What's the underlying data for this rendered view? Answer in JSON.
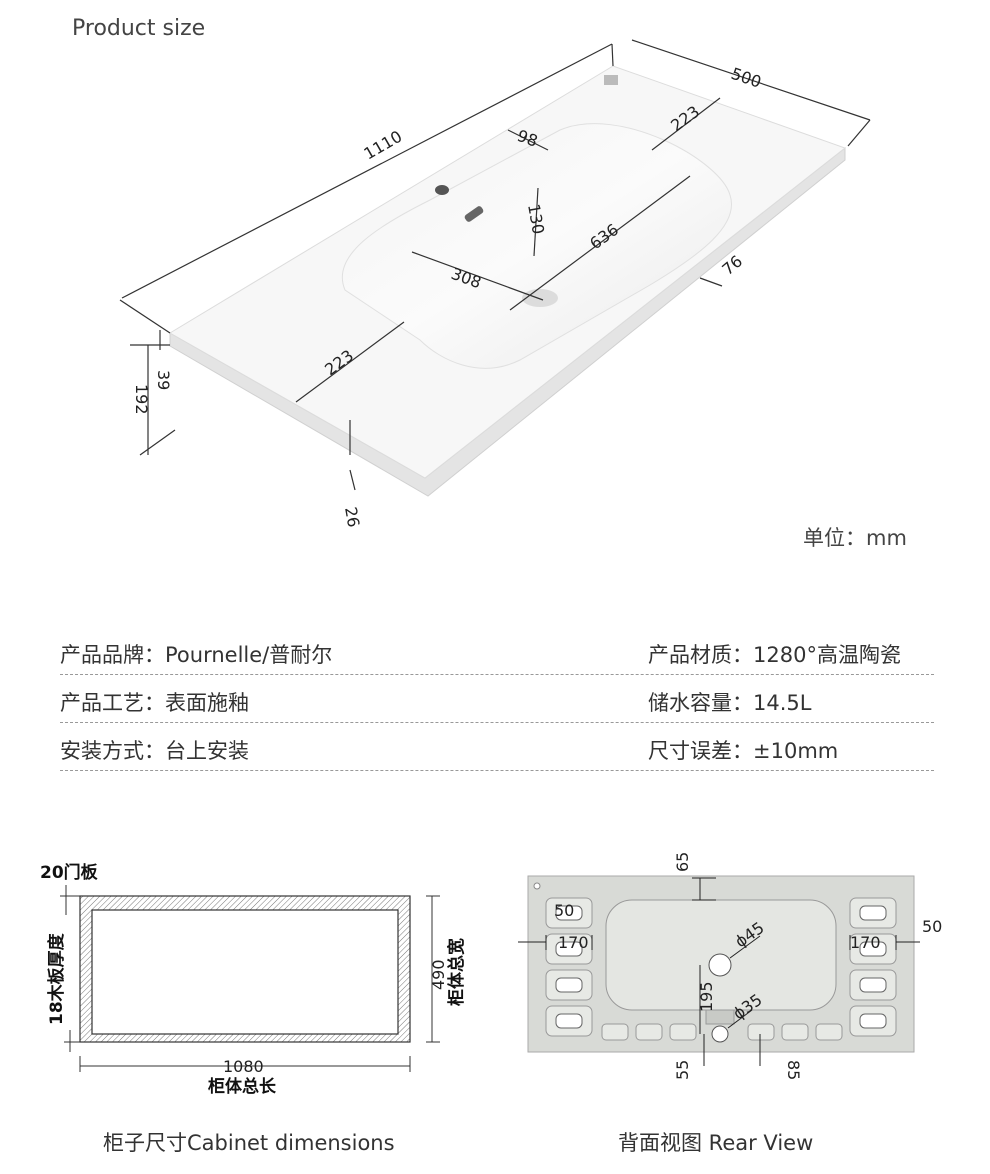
{
  "product_size_title": "Product size",
  "unit_label": "单位：mm",
  "top_dims": {
    "length": "1110",
    "width": "500",
    "bowl_length": "636",
    "bowl_width": "308",
    "left_deck": "223",
    "right_deck": "223",
    "faucet_offset": "98",
    "overflow": "130",
    "front_edge": "76",
    "rim_thickness": "39",
    "total_height": "192",
    "lip": "26"
  },
  "specs": [
    {
      "left": "产品品牌：Pournelle/普耐尔",
      "right": "产品材质：1280°高温陶瓷"
    },
    {
      "left": "产品工艺：表面施釉",
      "right": "储水容量：14.5L"
    },
    {
      "left": "安装方式：台上安装",
      "right": "尺寸误差：±10mm"
    }
  ],
  "cabinet": {
    "door_label": "20门板",
    "board_label": "18木板厚度",
    "width_value": "490",
    "width_label": "柜体总宽",
    "length_value": "1080",
    "length_label": "柜体总长",
    "caption": "柜子尺寸Cabinet dimensions"
  },
  "rear": {
    "d65": "65",
    "d50_left": "50",
    "d170_left": "170",
    "d170_right": "170",
    "d50_right": "50",
    "d45": "ϕ45",
    "d195": "195",
    "d35": "ϕ35",
    "d55": "55",
    "d85": "85",
    "caption": "背面视图 Rear View"
  }
}
